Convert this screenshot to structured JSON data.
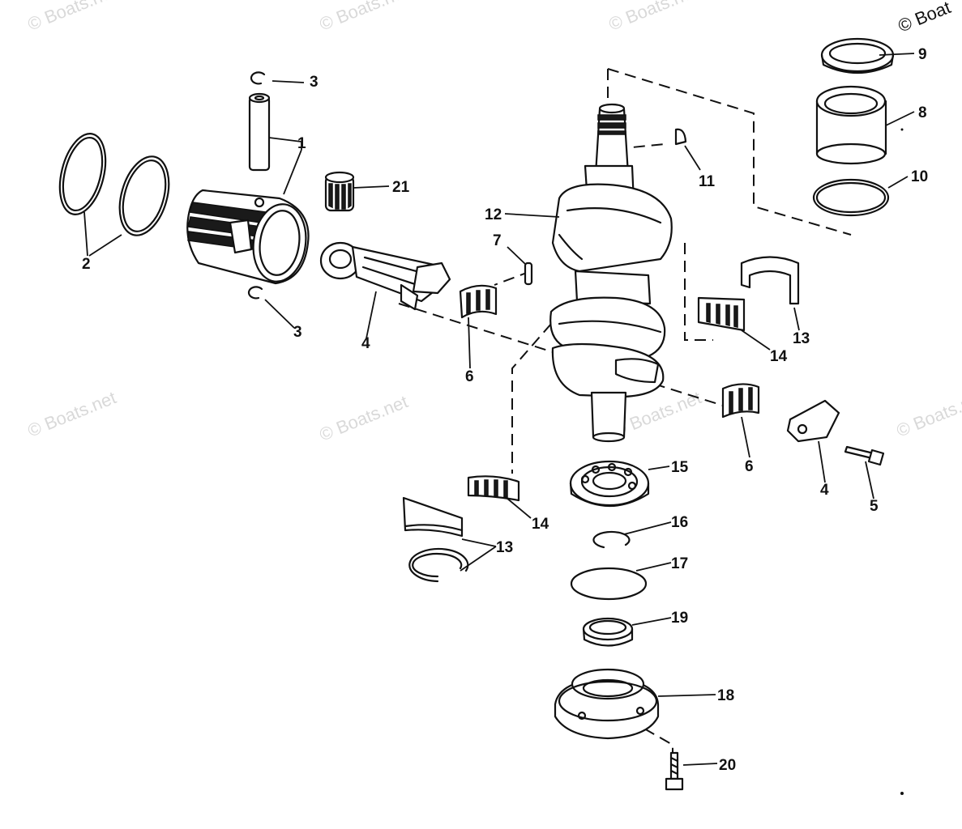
{
  "watermark": {
    "text": "© Boats.net",
    "corner_text": "© Boat"
  },
  "callouts": [
    {
      "id": "c1",
      "label": "1"
    },
    {
      "id": "c2",
      "label": "2"
    },
    {
      "id": "c3a",
      "label": "3"
    },
    {
      "id": "c3b",
      "label": "3"
    },
    {
      "id": "c4a",
      "label": "4"
    },
    {
      "id": "c4b",
      "label": "4"
    },
    {
      "id": "c5",
      "label": "5"
    },
    {
      "id": "c6a",
      "label": "6"
    },
    {
      "id": "c6b",
      "label": "6"
    },
    {
      "id": "c7",
      "label": "7"
    },
    {
      "id": "c8",
      "label": "8"
    },
    {
      "id": "c9",
      "label": "9"
    },
    {
      "id": "c10",
      "label": "10"
    },
    {
      "id": "c11",
      "label": "11"
    },
    {
      "id": "c12",
      "label": "12"
    },
    {
      "id": "c13a",
      "label": "13"
    },
    {
      "id": "c13b",
      "label": "13"
    },
    {
      "id": "c14a",
      "label": "14"
    },
    {
      "id": "c14b",
      "label": "14"
    },
    {
      "id": "c15",
      "label": "15"
    },
    {
      "id": "c16",
      "label": "16"
    },
    {
      "id": "c17",
      "label": "17"
    },
    {
      "id": "c18",
      "label": "18"
    },
    {
      "id": "c19",
      "label": "19"
    },
    {
      "id": "c20",
      "label": "20"
    },
    {
      "id": "c21",
      "label": "21"
    }
  ]
}
